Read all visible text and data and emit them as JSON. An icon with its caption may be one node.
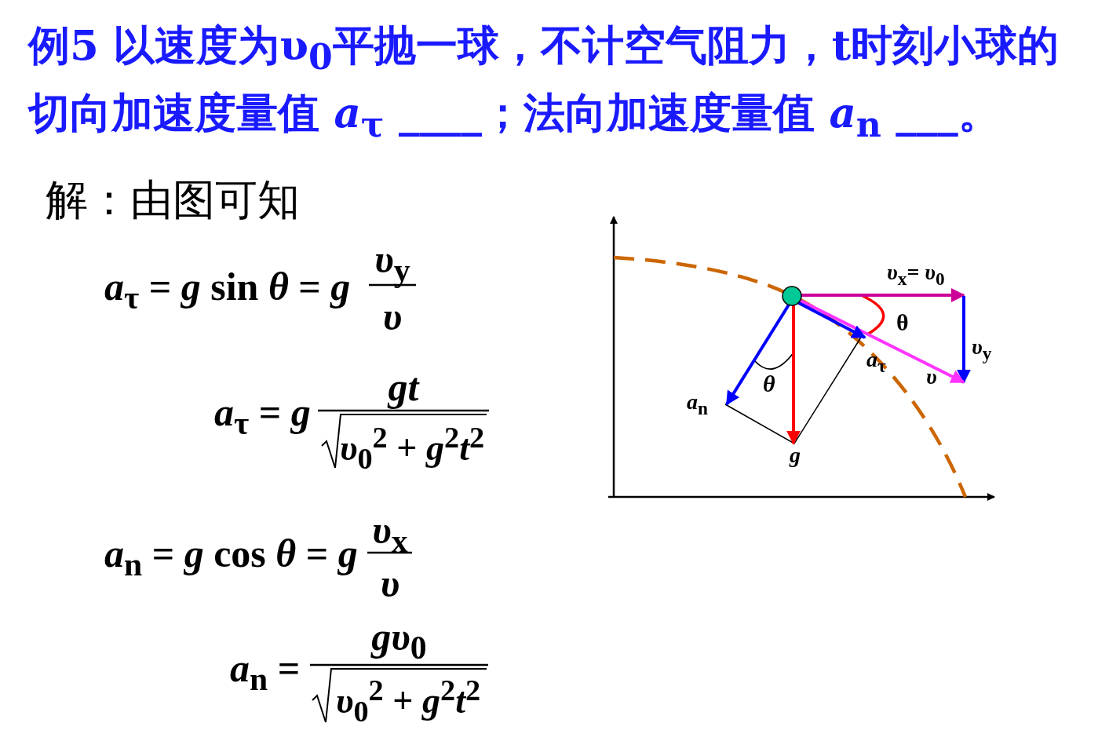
{
  "diagram": {
    "title": "例5  以速度为υ$_{0}$平抛一球，不计空气阻力，t时刻小球的切向加速度量值 *a*$_{τ}$ ____；法向加速度量值 *a*$_{n}$ ___。",
    "labels": [
      "解：由图可知",
      "*a*$_{τ}$ = *g* sin *θ* = *g*",
      "*υ*$_{y}$",
      "*υ*",
      "*a*$_{τ}$ = *g*",
      "*gt*",
      "*υ*$_{0}$$^{2}$ + *g*$^{2}$*t*$^{2}$",
      "*a*$_{n}$ = *g* cos *θ* = *g*",
      "*υ*$_{x}$",
      "*υ*",
      "*a*$_{n}$ =",
      "*gυ*$_{0}$",
      "*υ*$_{0}$$^{2}$ + *g*$^{2}$*t*$^{2}$",
      "*υ*$_{x}$= *υ*$_{0}$",
      "θ",
      "*υ*$_{y}$",
      "*a*$_{τ}$",
      "*υ*",
      "*θ*",
      "*a*$_{n}$",
      "*g*"
    ]
  }
}
